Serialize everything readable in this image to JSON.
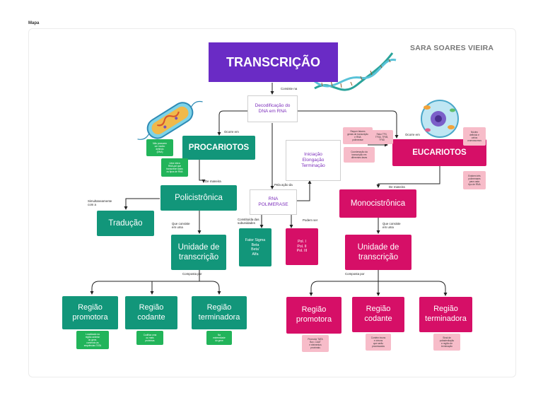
{
  "frame_label": "Mapa",
  "author": "SARA SOARES VIEIRA",
  "title": "TRANSCRIÇÃO",
  "main_def": "Decodificação do\nDNA em RNA",
  "edge": {
    "consiste_na": "Consiste na",
    "ocorre_em_l": "Ocorre em",
    "ocorre_em_r": "Ocorre em",
    "pela_acao": "Pela ação da",
    "de_maneira_l": "De maneira",
    "de_maneira_r": "De maneira",
    "simultaneamente": "Simultaneamente\ncom a",
    "que_consiste_l": "Que consiste\nem uma",
    "que_consiste_r": "Que consiste\nem uma",
    "constituida": "Constituída das\nsubunidades",
    "podem_ser": "Podem ser",
    "composta_l": "Composta por",
    "composta_r": "Composta por"
  },
  "phases": "Iniciação\nElongação\nTerminação",
  "rna_pol": "RNA\nPOLIMERASE",
  "subunits": "Fator Sigma\nBeta\nBeta'\nAlfa",
  "pols": "Pol. I\nPol. II\nPol. III",
  "left": {
    "organism": "PROCARIOTOS",
    "type": "Policistrônica",
    "translation": "Tradução",
    "unit": "Unidade de\ntranscrição",
    "regions": [
      "Região\npromotora",
      "Região\ncodante",
      "Região\nterminadora"
    ],
    "notes": [
      "Não possuem\num núcleo\ndefinido\n(DNA)",
      "Uma única\nRNA-pol que\ntranscreve todos\nos tipos de RNA",
      "Localizado na\nregião anterior\ndo gene,\ncontendo as\nsequências TATA",
      "Codifica uma\nou mais\nproteínas",
      "Na\nextremidade\ndo gene"
    ]
  },
  "right": {
    "organism": "EUCARIOTOS",
    "type": "Monocistrônica",
    "unit": "Unidade de\ntranscrição",
    "regions": [
      "Região\npromotora",
      "Região\ncodante",
      "Região\nterminadora"
    ],
    "notes": [
      "Requer fatores\ngerais de transcrição\ne RNA\npolimerase",
      "Fator TFII,\nTFIIA, TFIIB,\nTFIID",
      "Coordenação da\ntranscrição em\ndiferentes fases",
      "Núcleo\ndefinido e\nvários\ncromossomos",
      "Existem três\npolimerases\npara cada\ntipo de RNA",
      "Promotor TATA\nBox, CAAT\ne elementos\nproximais",
      "Contém éxons\ne íntrons\nque serão\nprocessados",
      "Sinal de\npoliadenilação\ne região de\nterminação"
    ]
  },
  "colors": {
    "purple": "#6a2bc5",
    "teal": "#12967a",
    "magenta": "#d60f67",
    "green_note": "#22b45a",
    "pink_note": "#f7bcc9"
  }
}
